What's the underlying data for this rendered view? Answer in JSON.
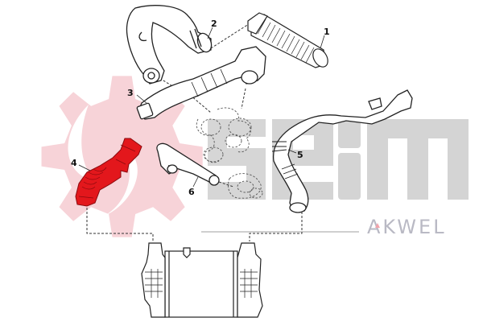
{
  "diagram": {
    "type": "exploded-parts-diagram",
    "subject": "intake / intercooler air hoses",
    "parts": [
      {
        "number": "1",
        "label": "1",
        "name": "corrugated air intake hose",
        "highlighted": false
      },
      {
        "number": "2",
        "label": "2",
        "name": "curved air pipe with flange",
        "highlighted": false
      },
      {
        "number": "3",
        "label": "3",
        "name": "long intake pipe",
        "highlighted": false
      },
      {
        "number": "4",
        "label": "4",
        "name": "intercooler inlet hose",
        "highlighted": true
      },
      {
        "number": "5",
        "label": "5",
        "name": "intercooler outlet hose",
        "highlighted": false
      },
      {
        "number": "6",
        "label": "6",
        "name": "small bent hose",
        "highlighted": false
      }
    ],
    "assembly": "intercooler"
  },
  "watermark": {
    "brand": "seim",
    "sub_brand": "AKWEL"
  },
  "colors": {
    "highlight": "#e3171c",
    "line": "#222222",
    "gear_watermark": "#f7d3d8",
    "text_watermark": "#d4d4d4",
    "akwel": "#b9b9c4",
    "akwel_accent": "#f2a3ab"
  }
}
